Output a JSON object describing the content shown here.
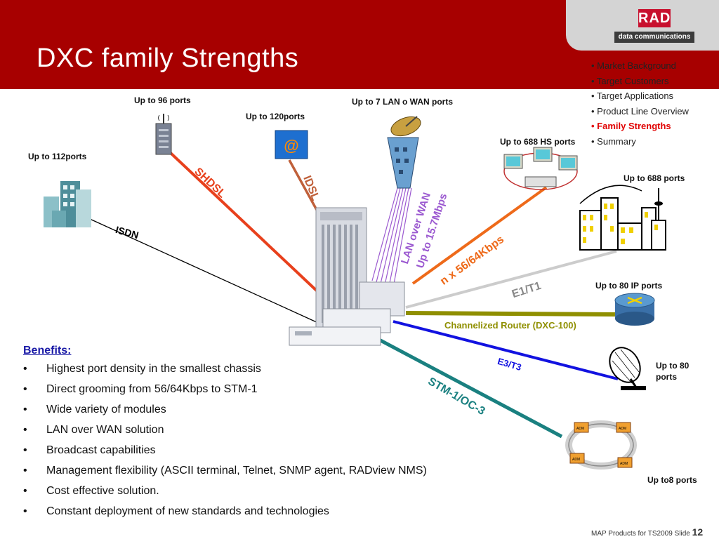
{
  "slide": {
    "title": "DXC family Strengths",
    "logo_text": "RAD",
    "logo_subtext": "data communications",
    "colors": {
      "header": "#a70000",
      "active_nav": "#e00000",
      "benefits_heading": "#1a1aa6"
    }
  },
  "nav": [
    {
      "label": "• Market Background"
    },
    {
      "label": "• Target Customers"
    },
    {
      "label": "• Target Applications"
    },
    {
      "label": "• Product Line Overview"
    },
    {
      "label": "• Family Strengths",
      "active": true
    },
    {
      "label": "• Summary"
    }
  ],
  "diagram": {
    "ports": {
      "p96": "Up to 96 ports",
      "p112": "Up to 112ports",
      "p120": "Up to 120ports",
      "lan7": "Up to 7 LAN o WAN ports",
      "hs688": "Up to 688 HS  ports",
      "p688": "Up to 688 ports",
      "ip80": "Up to 80 IP ports",
      "p80_line1": "Up to 80",
      "p80_line2": "ports",
      "p8": "Up to8 ports"
    },
    "links": {
      "shdsl": "SHDSL",
      "idsl": "IDSL",
      "isdn": "ISDN",
      "lan_over_wan": "LAN over WAN",
      "lan_speed": "Up to 15.7Mbps",
      "nx56": "n x 56/64Kbps",
      "e1t1": "E1/T1",
      "router": "Channelized Router (DXC-100)",
      "e3t3": "E3/T3",
      "stm1": "STM-1/OC-3"
    },
    "icons": {
      "email": "@",
      "ring_nodes": [
        "ADM",
        "ADM",
        "ADM",
        "ADM"
      ]
    },
    "link_colors": {
      "shdsl": "#e8401c",
      "idsl": "#c0603a",
      "isdn": "#000000",
      "lan": "#9b59d0",
      "nx56": "#ee6a1a",
      "e1t1": "#cccccc",
      "router": "#8f8f00",
      "e3t3": "#1212e0",
      "stm1": "#1a8080"
    }
  },
  "benefits": {
    "heading": "Benefits:",
    "items": [
      "Highest port density in the smallest chassis",
      "Direct grooming from 56/64Kbps to STM-1",
      "Wide variety of modules",
      "LAN over WAN solution",
      "Broadcast capabilities",
      "Management flexibility (ASCII terminal, Telnet, SNMP agent, RADview NMS)",
      "Cost effective solution.",
      "Constant deployment of new standards and technologies"
    ]
  },
  "footer": {
    "text": "MAP Products for TS2009  Slide ",
    "slide_number": "12"
  }
}
